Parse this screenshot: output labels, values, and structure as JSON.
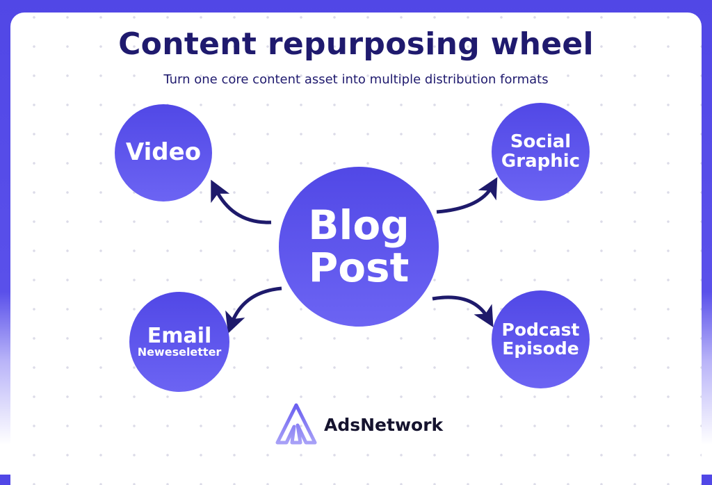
{
  "title": "Content repurposing wheel",
  "subtitle": "Turn one core content asset into multiple distribution formats",
  "center": {
    "line1": "Blog",
    "line2": "Post"
  },
  "outputs": [
    {
      "line1": "Video",
      "line2": ""
    },
    {
      "line1": "Social",
      "line2": "Graphic"
    },
    {
      "line1": "Email",
      "line2": "Neweseletter"
    },
    {
      "line1": "Podcast",
      "line2": "Episode"
    }
  ],
  "brand": {
    "name": "AdsNetwork"
  },
  "colors": {
    "background": "#5147e6",
    "node": "#5a51ea",
    "text": "#1f1a6e",
    "arrow": "#1e1a6b"
  }
}
